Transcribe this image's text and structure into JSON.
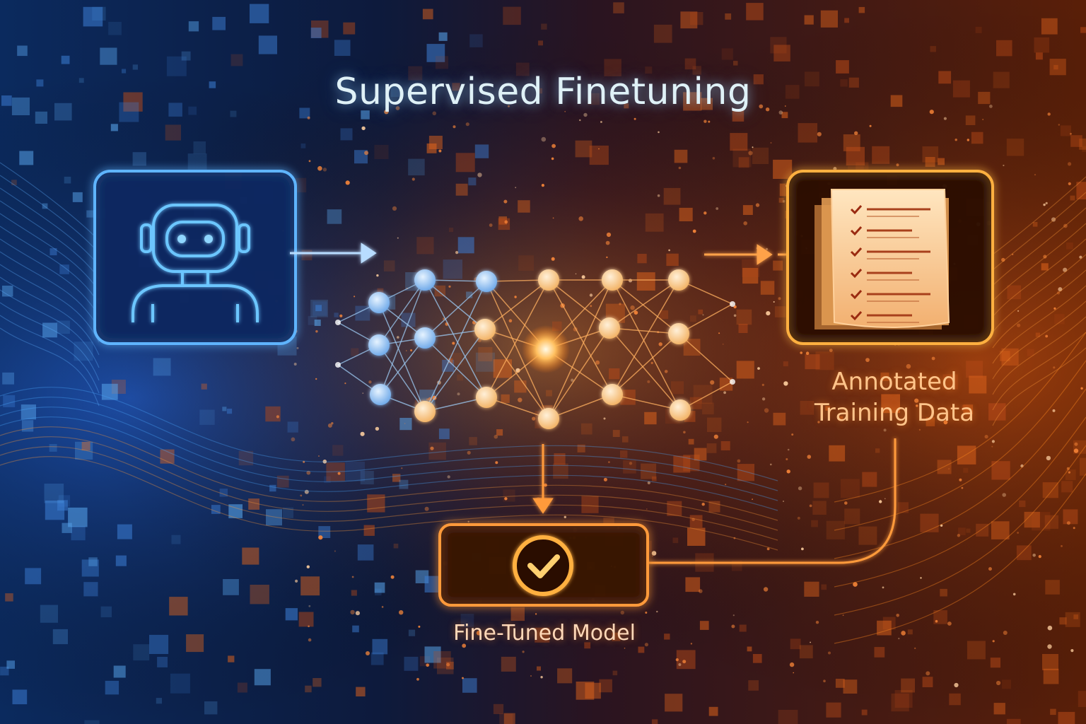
{
  "title": "Supervised Finetuning",
  "labels": {
    "annotated_data": "Annotated Training Data",
    "fine_tuned_model": "Fine-Tuned Model"
  },
  "nodes": [
    {
      "id": "base-model",
      "icon": "robot-icon"
    },
    {
      "id": "neural-network",
      "icon": "network-icon"
    },
    {
      "id": "annotated-data",
      "icon": "document-checklist-icon"
    },
    {
      "id": "fine-tuned-model",
      "icon": "checkmark-icon"
    }
  ],
  "colors": {
    "background": "#0a0f24",
    "blue_accent": "#3aa0ff",
    "orange_accent": "#ff8a2a",
    "title": "#dff1f7",
    "label": "#ffc48a"
  }
}
